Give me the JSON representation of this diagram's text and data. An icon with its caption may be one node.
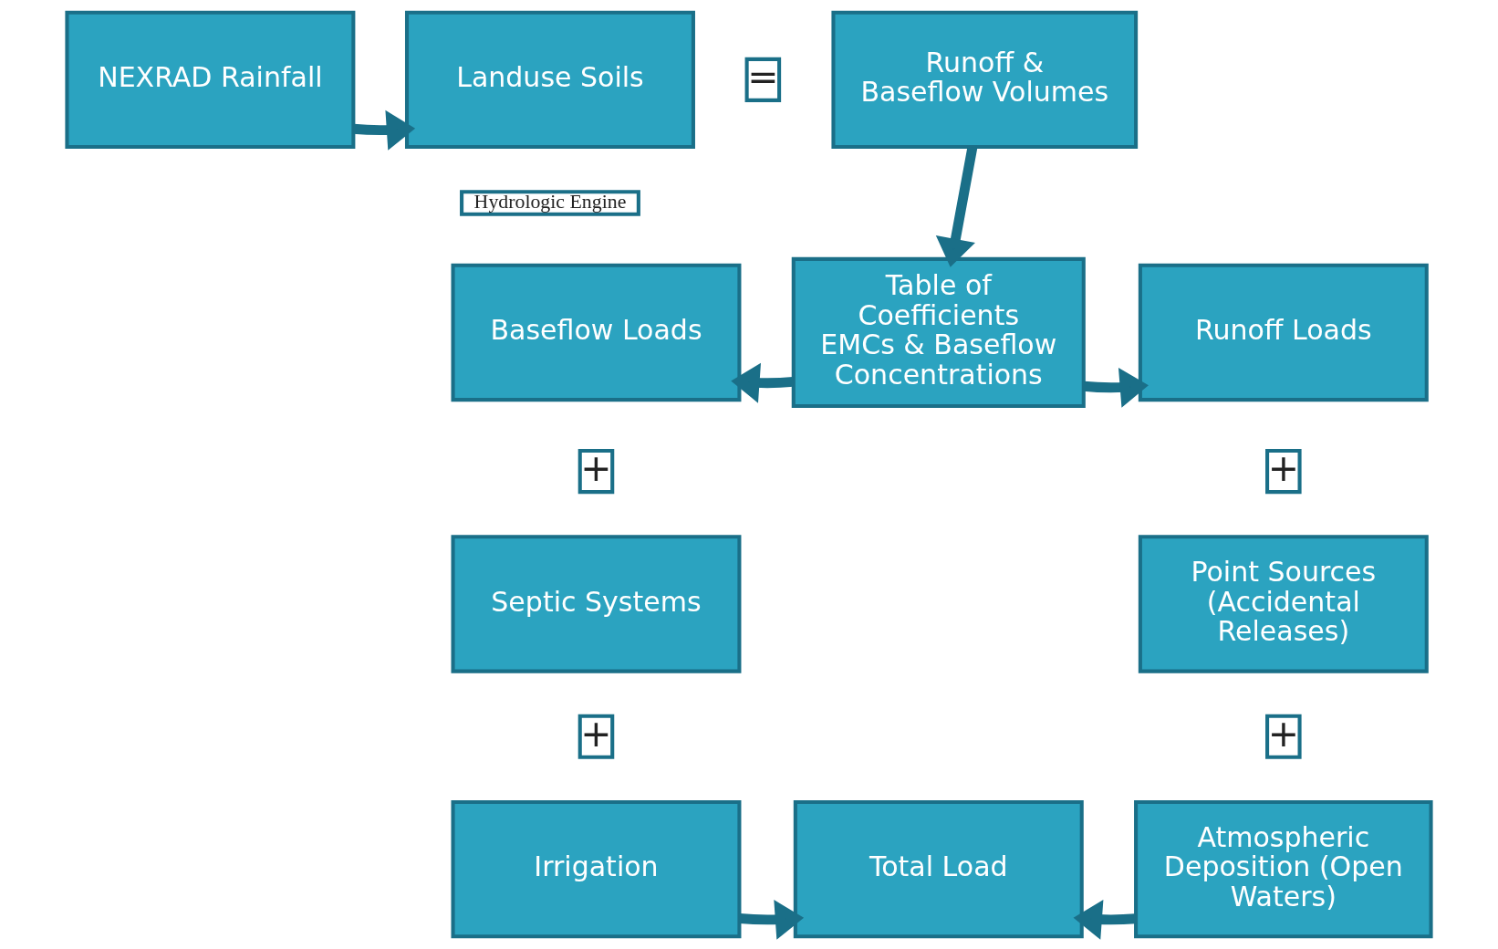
{
  "diagram": {
    "nodes": [
      {
        "text": [
          "NEXRAD Rainfall"
        ]
      },
      {
        "text": [
          "Landuse Soils"
        ]
      },
      {
        "text": [
          "Runoff & Baseflow Volumes"
        ]
      },
      {
        "text": [
          "Baseflow Loads"
        ]
      },
      {
        "text": [
          "Table of Coefficients EMCs & Baseflow Concentrations"
        ]
      },
      {
        "text": [
          "Runoff Loads"
        ]
      },
      {
        "text": [
          "Septic Systems"
        ]
      },
      {
        "text": [
          "Point Sources (Accidental Releases)"
        ]
      },
      {
        "text": [
          "Irrigation"
        ]
      },
      {
        "text": [
          "Total Load"
        ]
      },
      {
        "text": [
          "Atmospheric Deposition (Open Waters)"
        ]
      }
    ],
    "edges": [
      {
        "from": 0,
        "to": 1,
        "arrow": "to"
      },
      {
        "from": 2,
        "to": 4,
        "arrow": "to"
      },
      {
        "from": 4,
        "to": 3,
        "arrow": "to"
      },
      {
        "from": 4,
        "to": 5,
        "arrow": "to"
      },
      {
        "from": 8,
        "to": 9,
        "arrow": "to"
      },
      {
        "from": 10,
        "to": 9,
        "arrow": "to"
      }
    ],
    "labels": [
      "=",
      "Hydrologic Engine",
      "+",
      "+",
      "+",
      "+"
    ]
  }
}
